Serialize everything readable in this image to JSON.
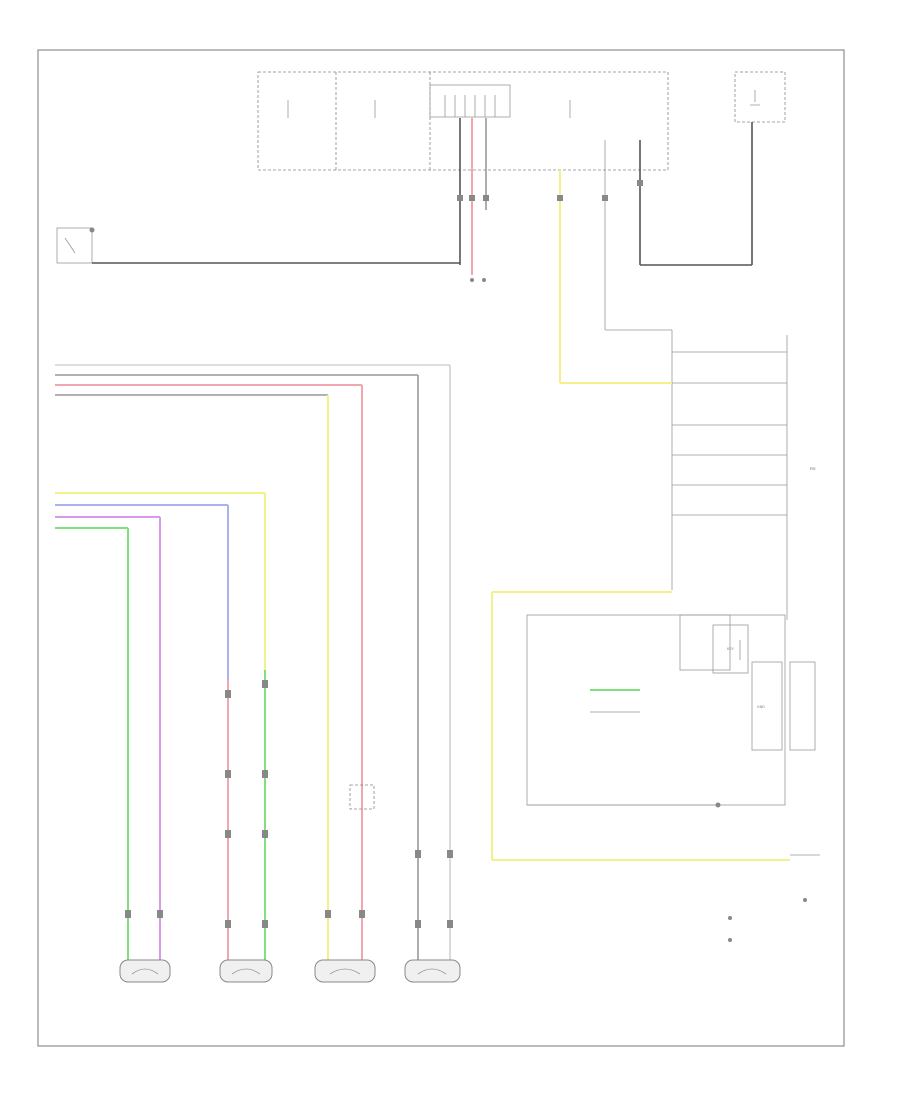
{
  "diagram": {
    "footer_code": "",
    "labels": {
      "rs_label": "RS",
      "gnd_box_label": "GND",
      "key_label": "KEY"
    },
    "colors": {
      "yellow": "#f4f08a",
      "pink": "#f2a6b0",
      "green": "#7fe07f",
      "violet": "#d899e6",
      "blue": "#aab0f0",
      "black": "#555555"
    }
  }
}
